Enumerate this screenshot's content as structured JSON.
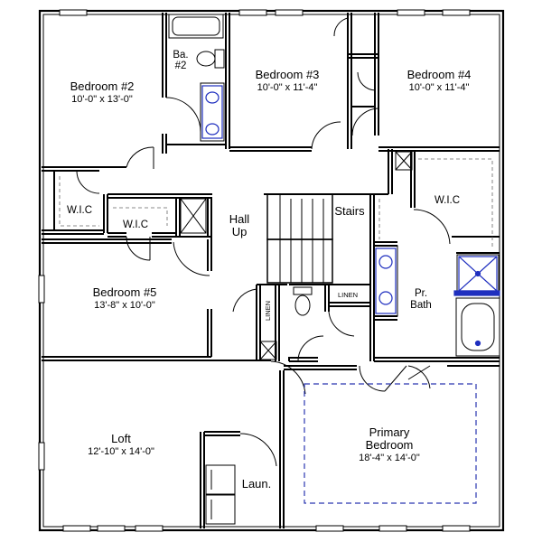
{
  "rooms": {
    "bedroom2": {
      "name": "Bedroom #2",
      "dims": "10'-0\" x 13'-0\""
    },
    "bath2": {
      "name_line1": "Ba.",
      "name_line2": "#2"
    },
    "bedroom3": {
      "name": "Bedroom #3",
      "dims": "10'-0\" x 11'-4\""
    },
    "bedroom4": {
      "name": "Bedroom #4",
      "dims": "10'-0\" x 11'-4\""
    },
    "wic_left": {
      "name": "W.I.C"
    },
    "wic_mid": {
      "name": "W.I.C"
    },
    "wic_right": {
      "name": "W.I.C"
    },
    "hall": {
      "name_line1": "Hall",
      "name_line2": "Up"
    },
    "stairs": {
      "name": "Stairs"
    },
    "bedroom5": {
      "name": "Bedroom #5",
      "dims": "13'-8\" x 10'-0\""
    },
    "linen_vertical": {
      "name": "LINEN"
    },
    "linen_horizontal": {
      "name": "LINEN"
    },
    "primary_bath": {
      "name_line1": "Pr.",
      "name_line2": "Bath"
    },
    "loft": {
      "name": "Loft",
      "dims": "12'-10\" x 14'-0\""
    },
    "primary_bedroom": {
      "name_line1": "Primary",
      "name_line2": "Bedroom",
      "dims": "18'-4\" x 14'-0\""
    },
    "laundry": {
      "name": "Laun."
    }
  },
  "colors": {
    "wall": "#000000",
    "fixture_accent": "#1f2fbf",
    "tray_ceiling": "#2a36b0"
  }
}
